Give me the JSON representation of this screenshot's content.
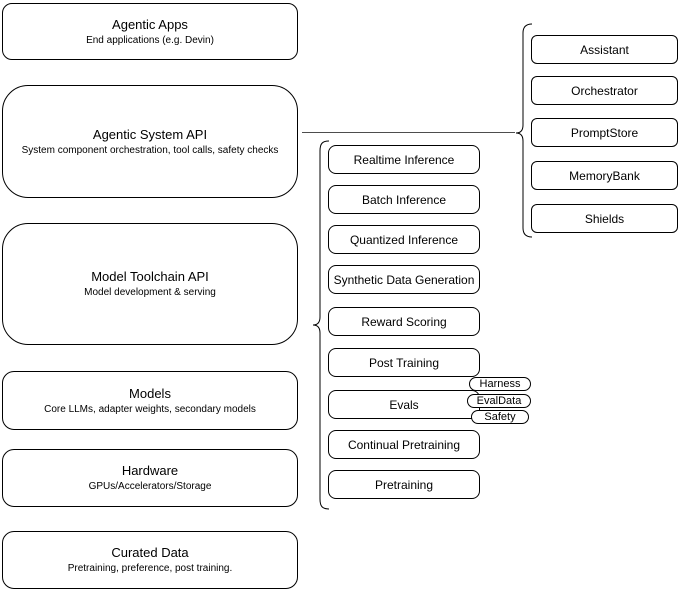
{
  "diagram": {
    "left_stack": [
      {
        "title": "Agentic Apps",
        "subtitle": "End applications (e.g. Devin)"
      },
      {
        "title": "Agentic System API",
        "subtitle": "System component orchestration, tool calls, safety checks"
      },
      {
        "title": "Model Toolchain API",
        "subtitle": "Model development & serving"
      },
      {
        "title": "Models",
        "subtitle": "Core LLMs, adapter weights, secondary models"
      },
      {
        "title": "Hardware",
        "subtitle": "GPUs/Accelerators/Storage"
      },
      {
        "title": "Curated Data",
        "subtitle": "Pretraining, preference, post training."
      }
    ],
    "toolchain_items": [
      "Realtime Inference",
      "Batch Inference",
      "Quantized Inference",
      "Synthetic Data Generation",
      "Reward Scoring",
      "Post Training",
      "Evals",
      "Continual Pretraining",
      "Pretraining"
    ],
    "system_components": [
      "Assistant",
      "Orchestrator",
      "PromptStore",
      "MemoryBank",
      "Shields"
    ],
    "eval_tags": [
      "Harness",
      "EvalData",
      "Safety"
    ],
    "colors": {
      "border": "#000000",
      "background": "#ffffff",
      "text": "#000000",
      "connector": "#4d4d4d"
    }
  }
}
